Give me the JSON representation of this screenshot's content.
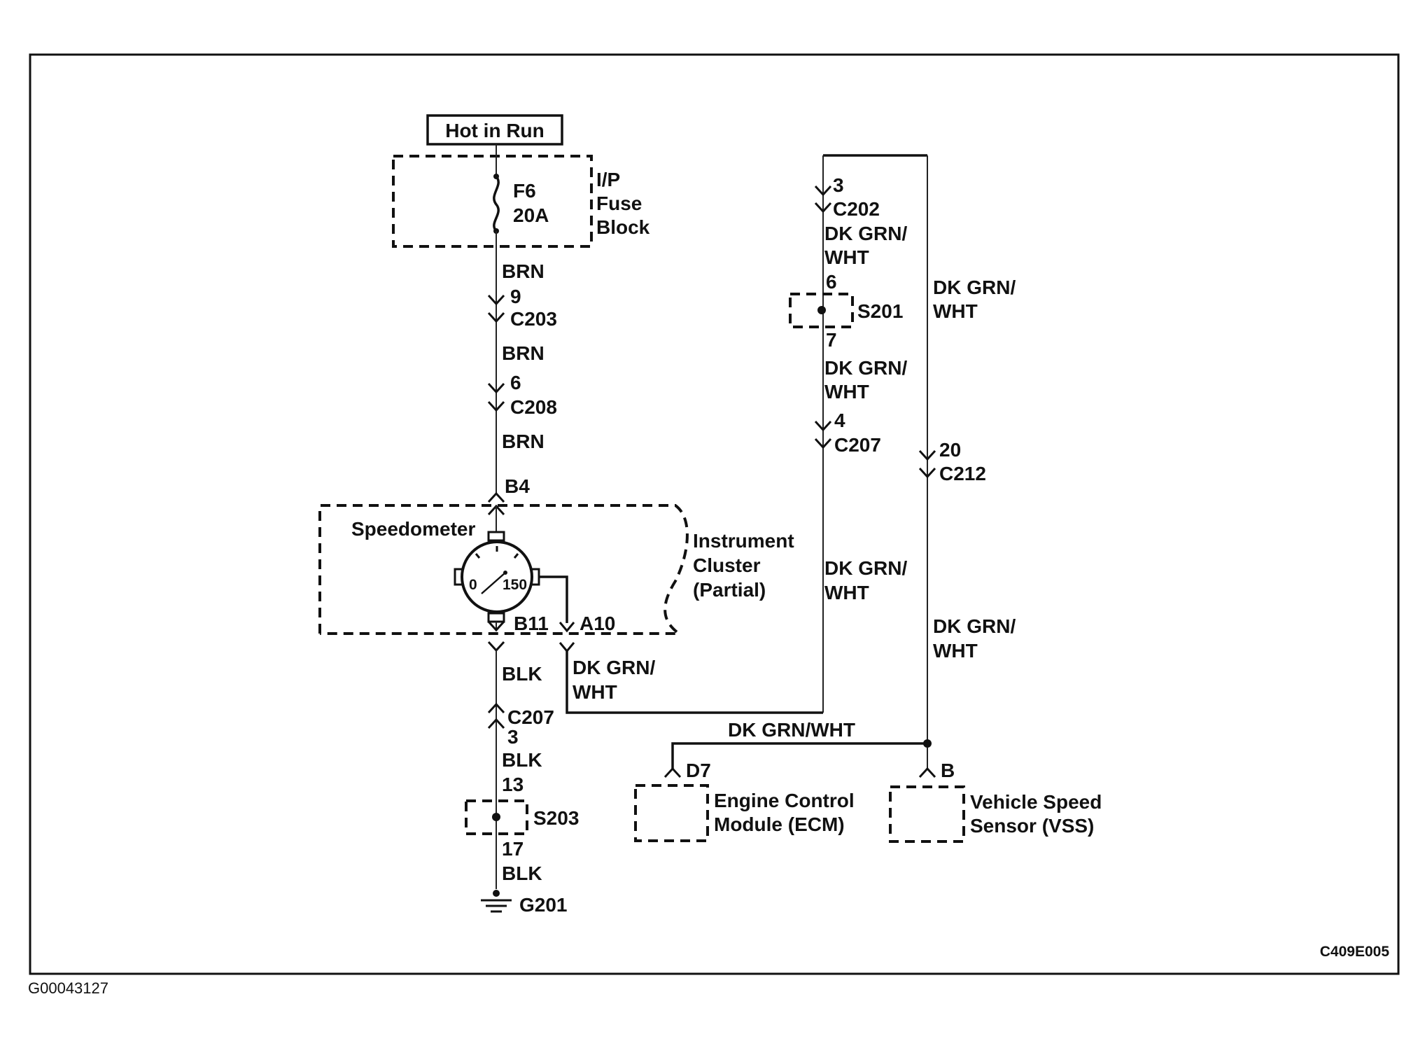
{
  "power": {
    "title": "Hot in Run"
  },
  "fuse": {
    "name": "F6",
    "rating": "20A",
    "block_line1": "I/P",
    "block_line2": "Fuse",
    "block_line3": "Block"
  },
  "wires": {
    "brn": "BRN",
    "blk": "BLK",
    "dkgrn_wht_line1": "DK GRN/",
    "dkgrn_wht_line2": "WHT",
    "dkgrn_wht_full": "DK GRN/WHT"
  },
  "connectors": {
    "c203": {
      "name": "C203",
      "pin": "9"
    },
    "c208": {
      "name": "C208",
      "pin": "6"
    },
    "c207_left": {
      "name": "C207",
      "pin": "3"
    },
    "c202": {
      "name": "C202",
      "pin": "3"
    },
    "c207_right": {
      "name": "C207",
      "pin": "4"
    },
    "c212": {
      "name": "C212",
      "pin": "20"
    }
  },
  "cluster": {
    "speedometer_label": "Speedometer",
    "gauge_min": "0",
    "gauge_max": "150",
    "name_line1": "Instrument",
    "name_line2": "Cluster",
    "name_line3": "(Partial)",
    "pin_b4": "B4",
    "pin_b11": "B11",
    "pin_a10": "A10"
  },
  "splices": {
    "s201": {
      "name": "S201",
      "pin_in": "6",
      "pin_out": "7"
    },
    "s203": {
      "name": "S203",
      "pin_in": "13",
      "pin_out": "17"
    }
  },
  "ground": {
    "name": "G201"
  },
  "ecm": {
    "pin": "D7",
    "line1": "Engine Control",
    "line2": "Module (ECM)"
  },
  "vss": {
    "pin": "B",
    "line1": "Vehicle Speed",
    "line2": "Sensor (VSS)"
  },
  "footer": {
    "figure_code": "C409E005",
    "image_id": "G00043127"
  }
}
